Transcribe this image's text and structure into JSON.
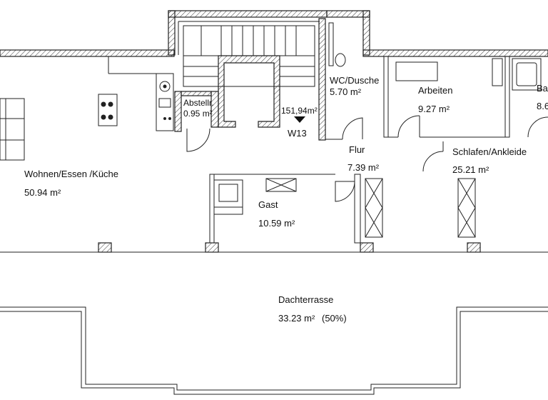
{
  "rooms": {
    "wohnen": {
      "name": "Wohnen/Essen /Küche",
      "area": "50.94 m²"
    },
    "abstellr": {
      "name": "Abstellr.",
      "area": "0.95 m²"
    },
    "stair": {
      "level": "151,94m²",
      "code": "W13"
    },
    "wc": {
      "name": "WC/Dusche",
      "area": "5.70 m²"
    },
    "arbeiten": {
      "name": "Arbeiten",
      "area": "9.27 m²"
    },
    "bad": {
      "name": "Ba",
      "area": "8.6"
    },
    "flur": {
      "name": "Flur",
      "area": "7.39 m²"
    },
    "schlafen": {
      "name": "Schlafen/Ankleide",
      "area": "25.21 m²"
    },
    "gast": {
      "name": "Gast",
      "area": "10.59 m²"
    },
    "dachterrasse": {
      "name": "Dachterrasse",
      "area": "33.23 m²",
      "share": "(50%)"
    }
  },
  "colors": {
    "line": "#222222",
    "background": "#ffffff"
  }
}
